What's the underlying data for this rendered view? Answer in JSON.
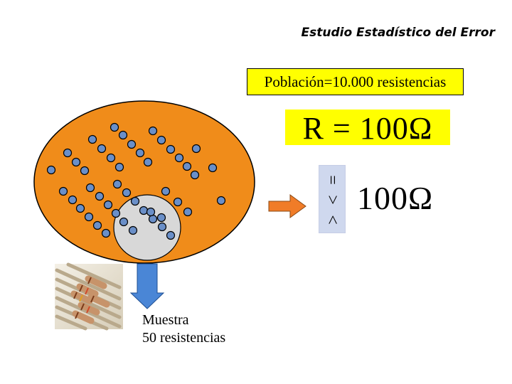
{
  "slide": {
    "title": "Estudio Estadístico del Error",
    "population_label": "Población=10.000 resistencias",
    "resistance_formula": "R = 100Ω",
    "operators": [
      "=",
      ">",
      "<"
    ],
    "reference_value": "100Ω",
    "sample_label_line1": "Muestra",
    "sample_label_line2": "50 resistencias"
  },
  "colors": {
    "population_fill": "#f08c1a",
    "sample_fill": "#d8d8d8",
    "dot_fill": "#6a8fc8",
    "highlight": "#ffff00",
    "arrow_orange": "#f07c28",
    "arrow_blue": "#4a86d6",
    "operator_box": "#cfd8ee"
  }
}
